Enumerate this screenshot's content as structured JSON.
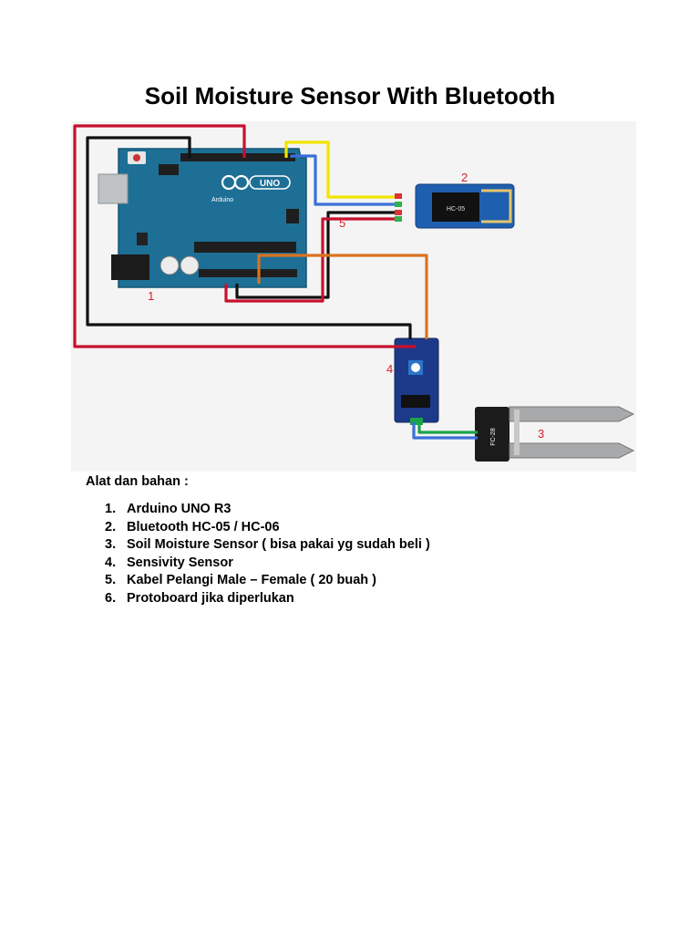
{
  "title": "Soil Moisture Sensor With Bluetooth",
  "diagram": {
    "labels": [
      "1",
      "2",
      "3",
      "4",
      "5"
    ],
    "arduino_logo": "UNO",
    "arduino_name": "Arduino",
    "bt_module_text": "HC-05",
    "probe_text": "FC-28",
    "wire_colors": {
      "red": "#c8102e",
      "black": "#111111",
      "yellow": "#f2e400",
      "blue": "#3a6fd8",
      "orange": "#d9731f"
    },
    "board_color": "#1d6f96",
    "label_color": "#d41f2b"
  },
  "materials": {
    "heading": "Alat dan bahan :",
    "items": [
      {
        "num": "1.",
        "text": "Arduino UNO R3"
      },
      {
        "num": "2.",
        "text": "Bluetooth HC-05 / HC-06"
      },
      {
        "num": "3.",
        "text": "Soil Moisture Sensor ( bisa pakai yg sudah beli )"
      },
      {
        "num": "4.",
        "text": "Sensivity Sensor"
      },
      {
        "num": "5.",
        "text": "Kabel Pelangi Male – Female ( 20 buah )"
      },
      {
        "num": "6.",
        "text": "Protoboard jika diperlukan"
      }
    ]
  }
}
